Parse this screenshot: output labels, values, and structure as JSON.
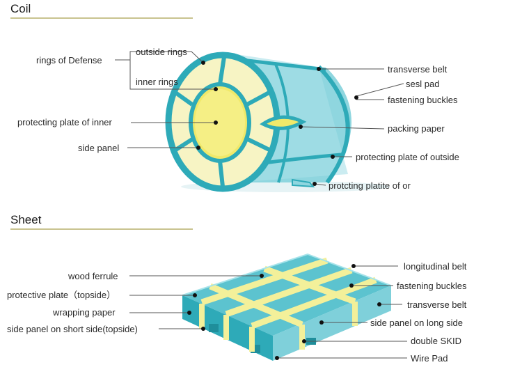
{
  "coil": {
    "title": "Coil",
    "labels": {
      "rings_of_defense": "rings of Defense",
      "outside_rings": "outside rings",
      "inner_rings": "inner rings",
      "protecting_plate_inner": "protecting plate of inner",
      "side_panel": "side panel",
      "transverse_belt": "transverse belt",
      "sesl_pad": "sesl pad",
      "fastening_buckles": "fastening buckles",
      "packing_paper": "packing paper",
      "protecting_plate_outside": "protecting plate of outside",
      "protcting_platite": "protcting platite of or"
    }
  },
  "sheet": {
    "title": "Sheet",
    "labels": {
      "wood_ferrule": "wood ferrule",
      "protective_plate_topside": "protective plate（topside）",
      "wrapping_paper": "wrapping paper",
      "side_panel_short": "side panel on short side(topside)",
      "longitudinal_belt": "longitudinal belt",
      "fastening_buckles": "fastening buckles",
      "transverse_belt": "transverse belt",
      "side_panel_long": "side panel on long side",
      "double_skid": "double SKID",
      "wire_pad": "Wire Pad"
    }
  },
  "colors": {
    "teal_dark": "#2eaab8",
    "teal_light": "#8fd6df",
    "teal_mid": "#5cc3cf",
    "cream": "#f7f4c4",
    "yellow": "#f0e96a",
    "belt": "#f3f09a",
    "rule": "#c9c38f"
  }
}
